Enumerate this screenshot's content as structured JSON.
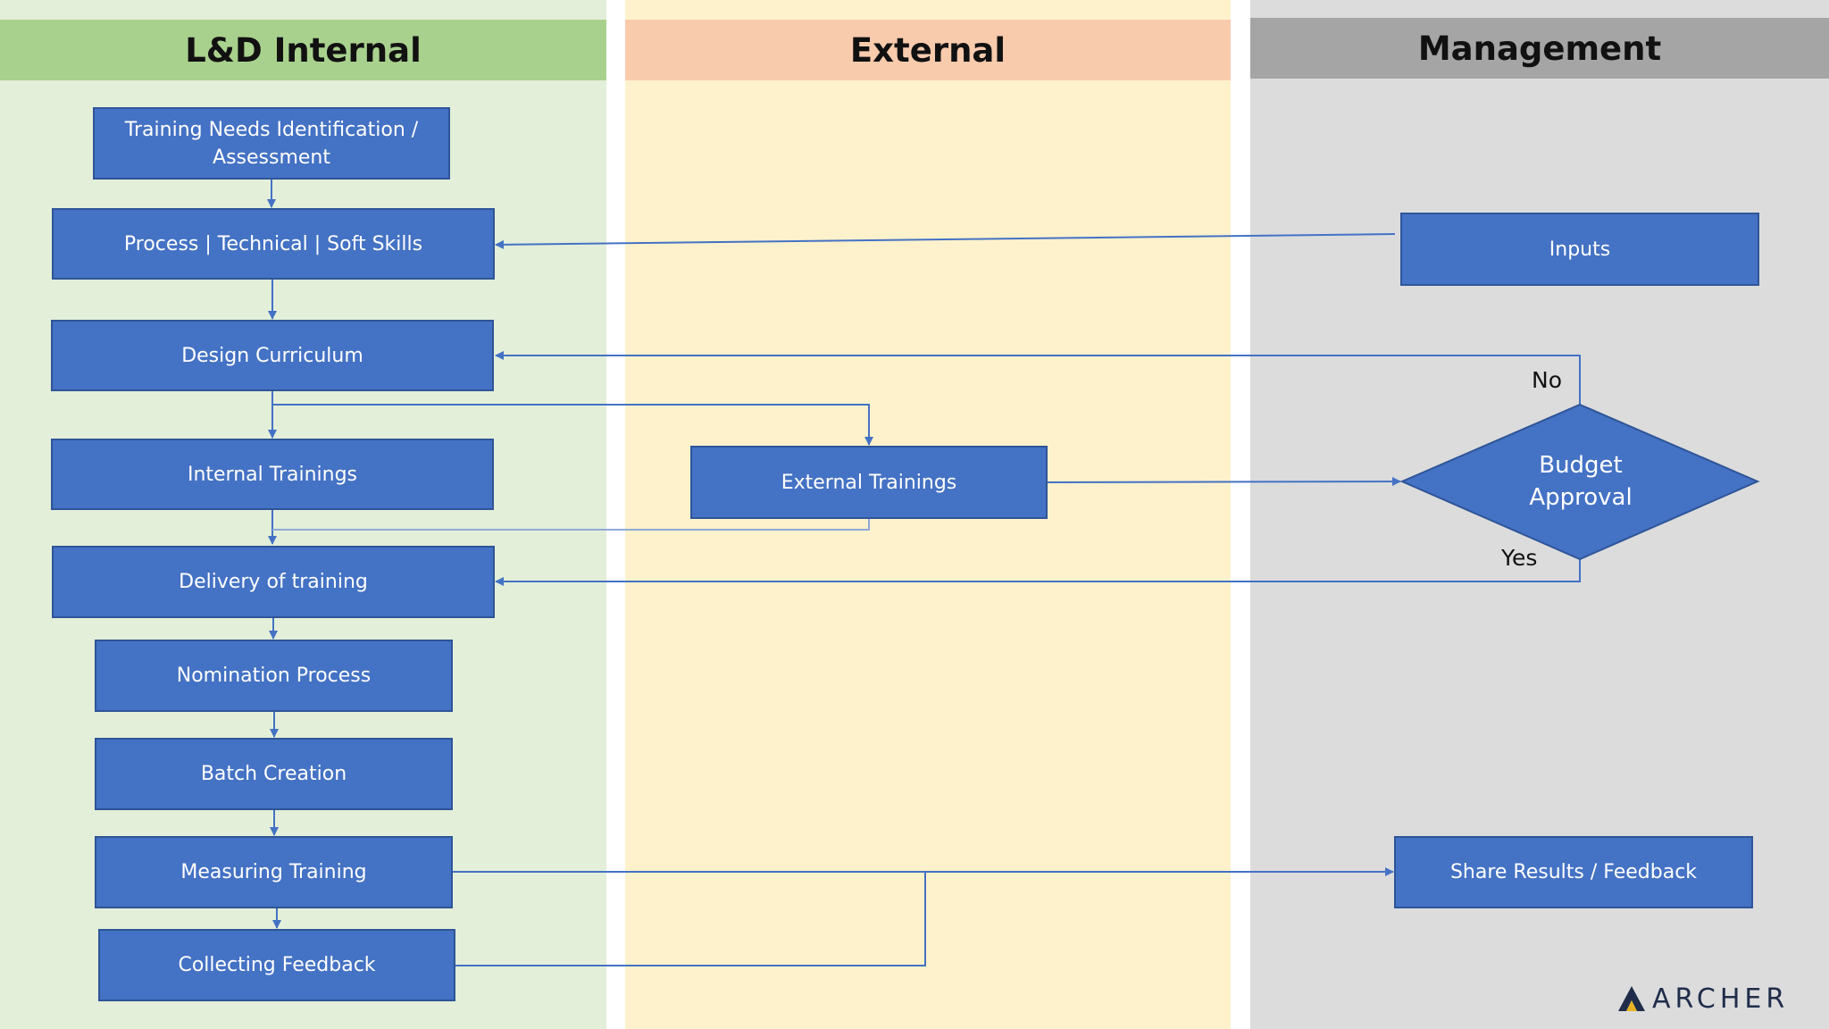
{
  "lanes": {
    "ld_internal": "L&D Internal",
    "external": "External",
    "management": "Management"
  },
  "nodes": {
    "training_needs": "Training Needs Identification / Assessment",
    "process_skills": "Process | Technical | Soft Skills",
    "design_curriculum": "Design Curriculum",
    "internal_trainings": "Internal Trainings",
    "delivery": "Delivery of training",
    "nomination": "Nomination Process",
    "batch_creation": "Batch Creation",
    "measuring": "Measuring Training",
    "collecting_feedback": "Collecting Feedback",
    "external_trainings": "External Trainings",
    "inputs": "Inputs",
    "budget_approval": "Budget Approval",
    "share_results": "Share Results / Feedback"
  },
  "edge_labels": {
    "no": "No",
    "yes": "Yes"
  },
  "logo": {
    "text": "ARCHER"
  },
  "colors": {
    "ld_lane": "#e3efd9",
    "ld_header": "#a9d18e",
    "external_lane": "#fef2cc",
    "external_header": "#f8cbad",
    "management_lane": "#dcdcdd",
    "management_header": "#a5a5a5",
    "node_fill": "#4472c4",
    "connector": "#4472c4"
  }
}
